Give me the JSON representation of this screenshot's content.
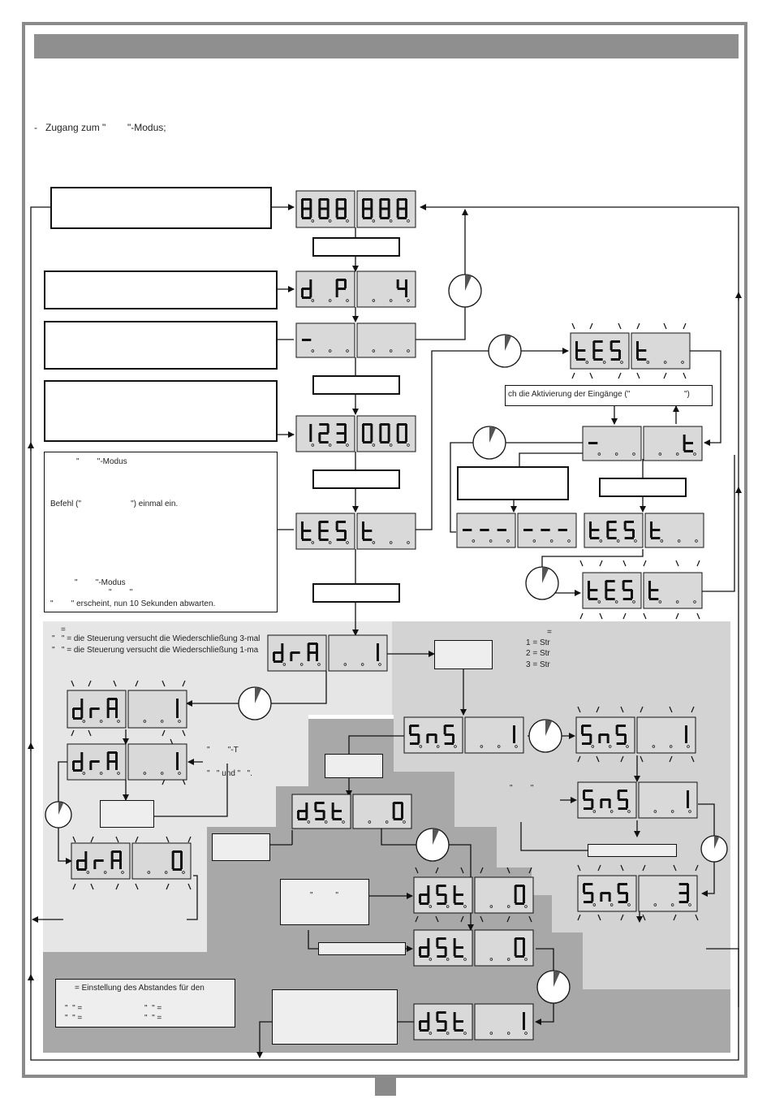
{
  "intro": {
    "line1": "-   Zugang zum \"        \"-Modus;"
  },
  "labels": {
    "inputs_activation": "ch die Aktivierung der Eingänge (\"                        \")",
    "mode_block_1": "\"        \"-Modus",
    "mode_block_2": "Befehl (\"                      \") einmal ein.",
    "mode_block_3": "\"        \"-Modus",
    "mode_block_4": "\"        \"",
    "mode_block_5": "\"        \" erscheint, nun 10 Sekunden abwarten.",
    "dra_eq": "=",
    "dra_3": "\"   \" = die Steuerung versucht die Wiederschließung 3-mal",
    "dra_1": "\"   \" = die Steuerung versucht die Wiederschließung 1-ma",
    "sns_eq": "=",
    "sns_1": "1 = Str",
    "sns_2": "2 = Str",
    "sns_3": "3 = Str",
    "t_label": "\"        \"-T",
    "und_label": "\"   \" und \"   \".",
    "quote_pair_1": "\"        \"",
    "quote_pair_2": "\"          \"",
    "dst_title": "= Einstellung des Abstandes für den",
    "dst_a1": "\"  \" =",
    "dst_a2": "\"  \" =",
    "dst_b1": "\"  \" =",
    "dst_b2": "\"  \" ="
  },
  "colors": {
    "header": "#8f8f8f",
    "display": "#d9d9d9",
    "zone_light": "#e8e8e8",
    "zone_mid": "#d0d0d0",
    "zone_dark": "#a9a9a9"
  },
  "icons": [
    "timer-icon",
    "seven-segment-display",
    "arrow-connector"
  ]
}
